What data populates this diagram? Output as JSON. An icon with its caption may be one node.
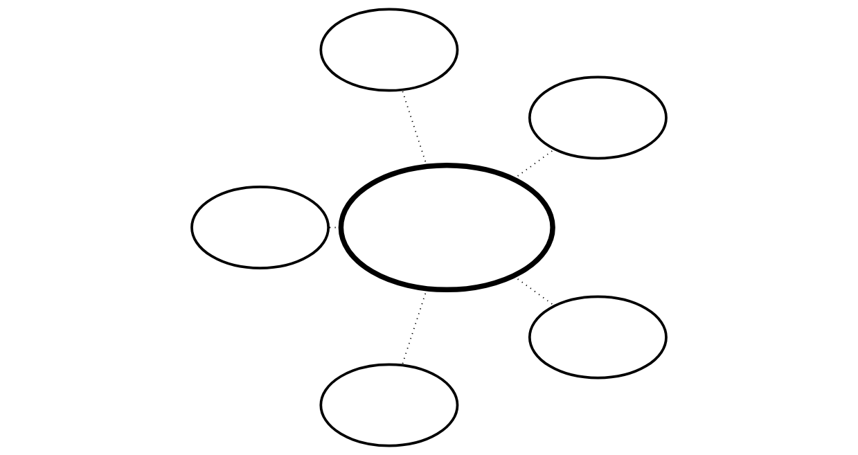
{
  "diagram": {
    "nodes": [
      {
        "text": [],
        "shape": "cloud"
      },
      {
        "text": [],
        "shape": "cloud"
      },
      {
        "text": [],
        "shape": "cloud"
      },
      {
        "text": [],
        "shape": "cloud"
      },
      {
        "text": [],
        "shape": "cloud"
      },
      {
        "text": [],
        "shape": "cloud"
      }
    ],
    "edges": [
      {
        "from": 2,
        "to": 0,
        "arrow": "none"
      },
      {
        "from": 2,
        "to": 1,
        "arrow": "none"
      },
      {
        "from": 2,
        "to": 3,
        "arrow": "none"
      },
      {
        "from": 2,
        "to": 4,
        "arrow": "none"
      },
      {
        "from": 2,
        "to": 5,
        "arrow": "none"
      }
    ]
  }
}
